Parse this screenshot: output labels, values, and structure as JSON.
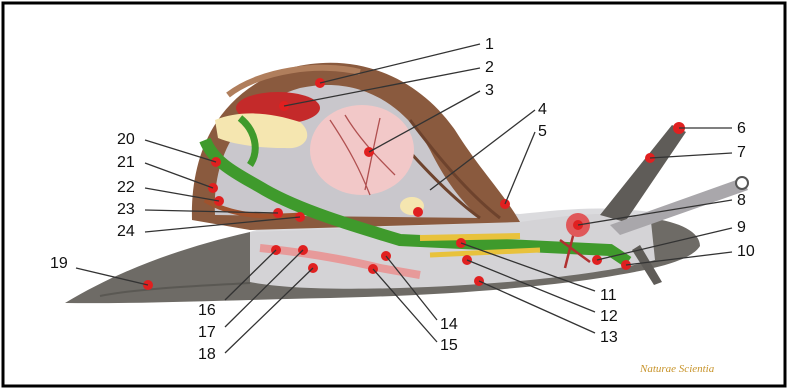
{
  "diagram": {
    "labels": [
      "1",
      "2",
      "3",
      "4",
      "5",
      "6",
      "7",
      "8",
      "9",
      "10",
      "11",
      "12",
      "13",
      "14",
      "15",
      "16",
      "17",
      "18",
      "19",
      "20",
      "21",
      "22",
      "23",
      "24"
    ],
    "watermark": "Naturae Scientia"
  },
  "colors": {
    "border": "#000000",
    "body_grey": "#6e6b66",
    "shell_brown": "#8a5a3e",
    "digestive_green": "#3f9a2c",
    "marker_red": "#e02020",
    "leader_line": "#333333",
    "watermark": "#c8942b"
  }
}
